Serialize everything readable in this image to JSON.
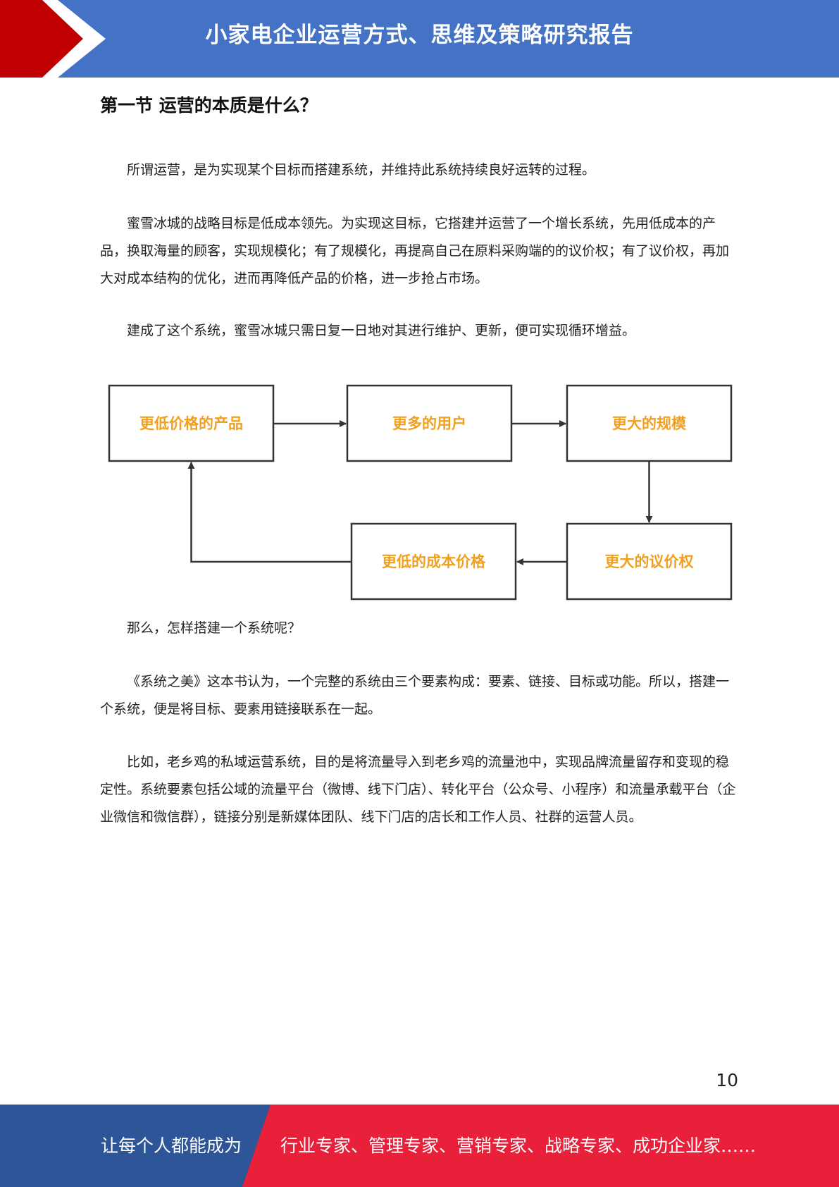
{
  "header": {
    "title": "小家电企业运营方式、思维及策略研究报告",
    "bg_color": "#4472c4",
    "accent_color": "#c00000"
  },
  "section": {
    "title": "第一节  运营的本质是什么？"
  },
  "paragraphs": [
    "所谓运营，是为实现某个目标而搭建系统，并维持此系统持续良好运转的过程。",
    "蜜雪冰城的战略目标是低成本领先。为实现这目标，它搭建并运营了一个增长系统，先用低成本的产品，换取海量的顾客，实现规模化；有了规模化，再提高自己在原料采购端的的议价权；有了议价权，再加大对成本结构的优化，进而再降低产品的价格，进一步抢占市场。",
    "建成了这个系统，蜜雪冰城只需日复一日地对其进行维护、更新，便可实现循环增益。",
    "那么，怎样搭建一个系统呢？",
    "《系统之美》这本书认为，一个完整的系统由三个要素构成：要素、链接、目标或功能。所以，搭建一个系统，便是将目标、要素用链接联系在一起。",
    "比如，老乡鸡的私域运营系统，目的是将流量导入到老乡鸡的流量池中，实现品牌流量留存和变现的稳定性。系统要素包括公域的流量平台（微博、线下门店）、转化平台（公众号、小程序）和流量承载平台（企业微信和微信群），链接分别是新媒体团队、线下门店的店长和工作人员、社群的运营人员。"
  ],
  "diagram": {
    "nodes": [
      "更低价格的产品",
      "更多的用户",
      "更大的规模",
      "更大的议价权",
      "更低的成本价格"
    ],
    "label_color": "#f0a020"
  },
  "page_number": "10",
  "footer": {
    "left_text": "让每个人都能成为",
    "right_text": "行业专家、管理专家、营销专家、战略专家、成功企业家……",
    "left_color": "#2e5597",
    "right_color": "#e8203a"
  }
}
